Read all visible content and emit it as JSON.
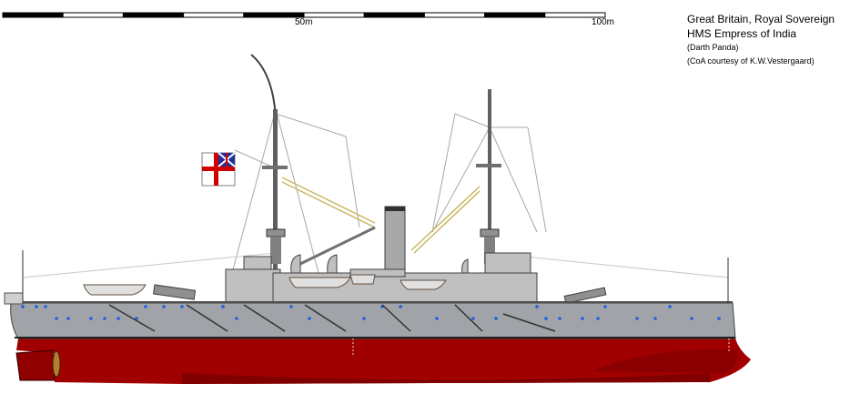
{
  "scale_bar": {
    "mid_label": "50m",
    "end_label": "100m",
    "segments": 10
  },
  "caption": {
    "line1": "Great Britain, Royal Sovereign",
    "line2": "HMS Empress of India",
    "line3": "(Darth Panda)",
    "line4": "(CoA courtesy of  K.W.Vestergaard)"
  },
  "colors": {
    "hull_grey": "#a0a4a8",
    "superstructure_grey": "#c0c0c0",
    "below_waterline_red": "#a00000",
    "dark_red": "#800000",
    "porthole_blue": "#2060e0",
    "boat_white": "#e0e0e0",
    "rigging": "#a0a0a0",
    "yellow_line": "#d8c870"
  }
}
